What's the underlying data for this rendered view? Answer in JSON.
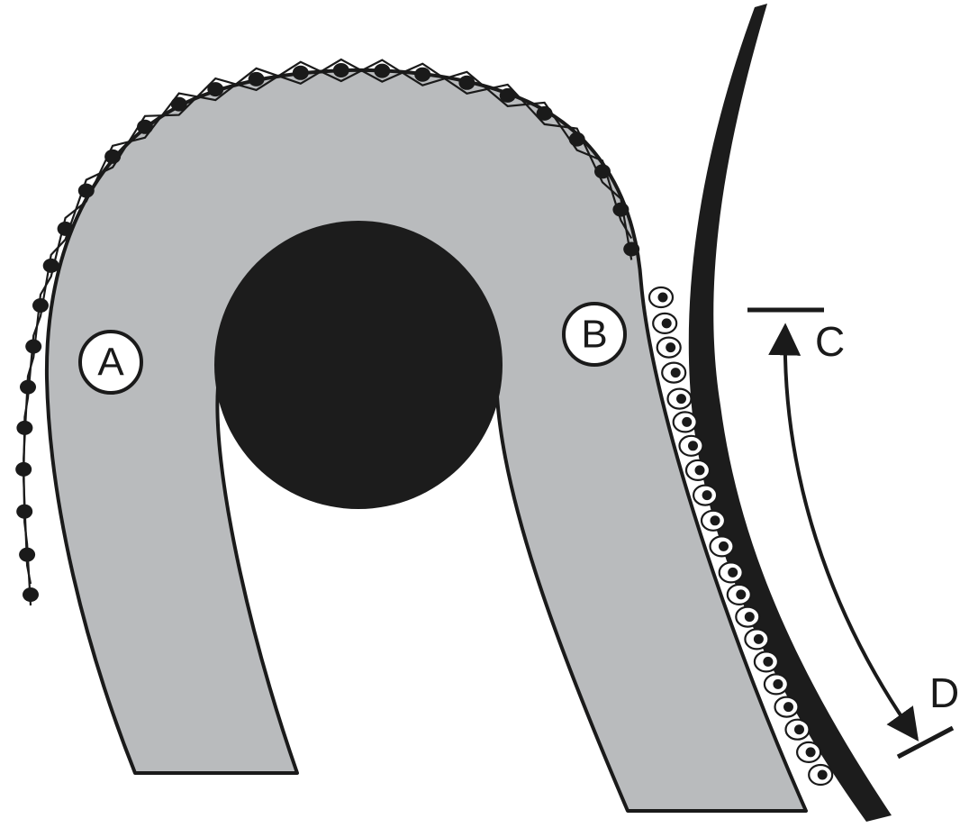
{
  "diagram": {
    "labels": {
      "a": "A",
      "b": "B",
      "c": "C",
      "d": "D"
    },
    "colors": {
      "tissue_fill": "#b9bbbd",
      "outline": "#1a1a1a",
      "dark_mass": "#1c1c1c",
      "wall": "#1c1c1c",
      "background": "#ffffff"
    }
  }
}
